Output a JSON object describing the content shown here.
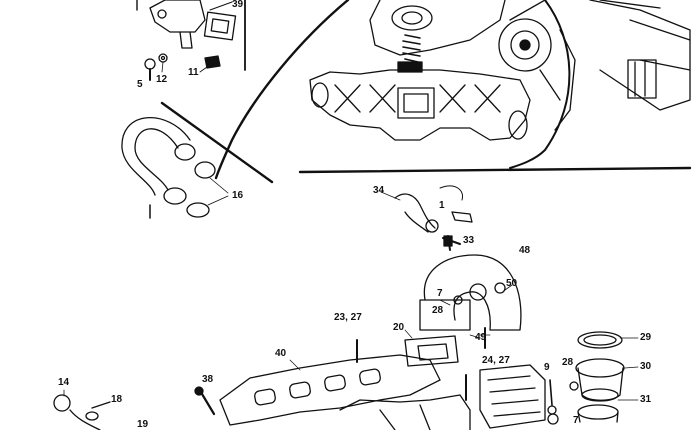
{
  "diagram": {
    "callouts": {
      "c39": "39",
      "c5": "5",
      "c12": "12",
      "c11": "11",
      "c16": "16",
      "c34": "34",
      "c1": "1",
      "c33": "33",
      "c48": "48",
      "c7a": "7",
      "c50": "50",
      "c28a": "28",
      "c23_27": "23, 27",
      "c20": "20",
      "c49": "49",
      "c29": "29",
      "c40": "40",
      "c24_27": "24, 27",
      "c9": "9",
      "c28b": "28",
      "c30": "30",
      "c14": "14",
      "c38": "38",
      "c18": "18",
      "c7b": "7",
      "c31": "31",
      "c19": "19"
    }
  }
}
